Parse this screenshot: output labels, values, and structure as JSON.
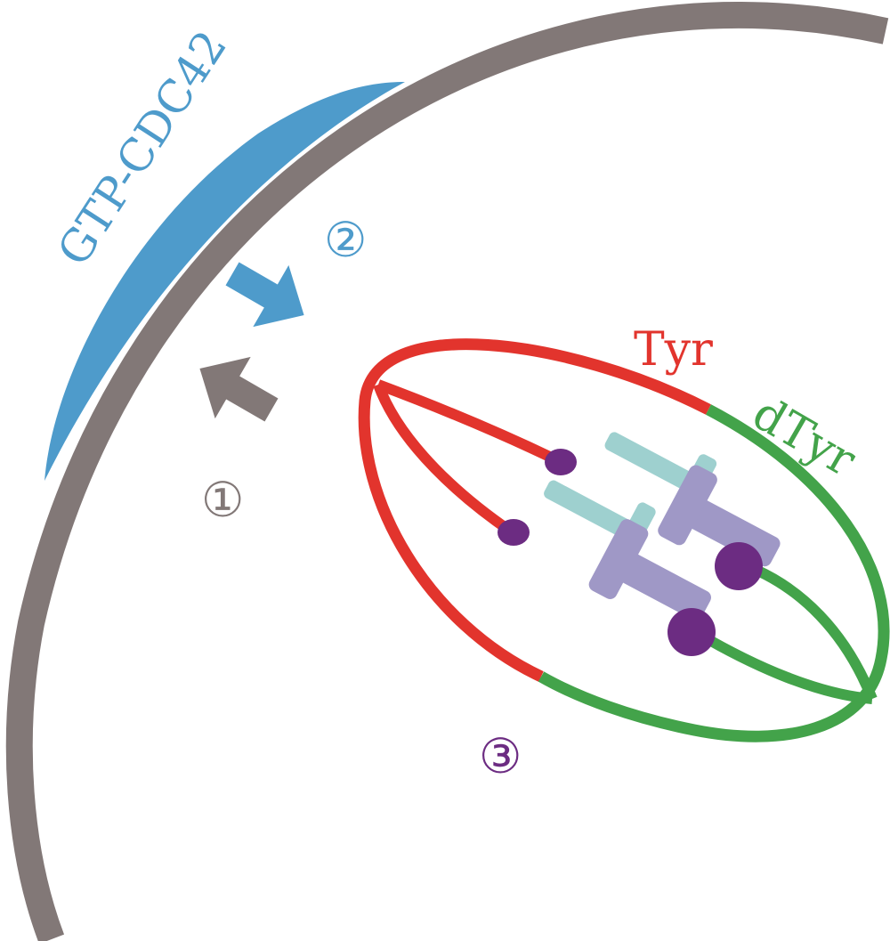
{
  "labels": {
    "gtp_cdc42": "GTP-CDC42",
    "tyr": "Tyr",
    "dtyr": "dTyr",
    "step1": "①",
    "step2": "②",
    "step3": "③"
  },
  "colors": {
    "membrane": "#827877",
    "cdc42": "#4e9bcb",
    "tyr": "#e2342d",
    "dtyr": "#43a34a",
    "kinetochore": "#6c2c82",
    "chromatid_light": "#9ed0cf",
    "chromatid_purple": "#9f98c6"
  },
  "icons": {
    "arrow_in": "arrow-toward-spindle-icon",
    "arrow_out": "arrow-toward-membrane-icon"
  }
}
